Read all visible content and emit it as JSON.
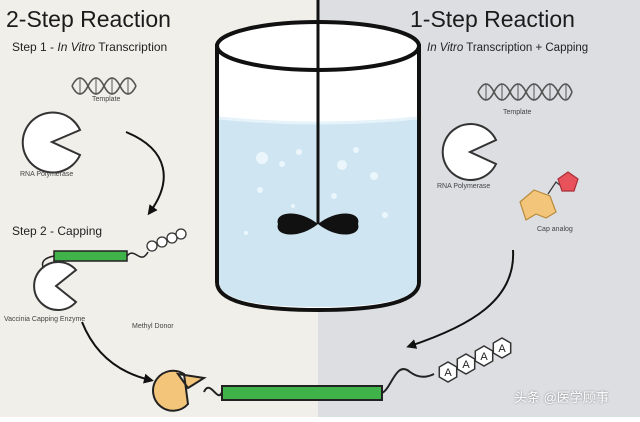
{
  "left_panel": {
    "title": "2-Step Reaction",
    "step1_prefix": "Step 1 - ",
    "step1_italic": "In Vitro",
    "step1_suffix": " Transcription",
    "template_label": "Template",
    "polymerase_label": "RNA Polymerase",
    "step2_label": "Step 2 - Capping",
    "capping_enzyme_label": "Vaccinia Capping Enzyme",
    "methyl_donor_label": "Methyl Donor"
  },
  "right_panel": {
    "title": "1-Step Reaction",
    "subtitle_italic": "In Vitro",
    "subtitle_suffix": " Transcription + Capping",
    "template_label": "Template",
    "polymerase_label": "RNA Polymerase",
    "cap_analog_label": "Cap analog"
  },
  "poly_a_letters": [
    "A",
    "A",
    "A",
    "A"
  ],
  "watermark": "头条 @医学顾事",
  "colors": {
    "left_bg": "#f1efe9",
    "right_bg": "#dcdee2",
    "liquid": "#cfe6f2",
    "mrna_green": "#3fb24a",
    "cap_orange": "#f3c57a",
    "cap_red": "#e8525b"
  }
}
